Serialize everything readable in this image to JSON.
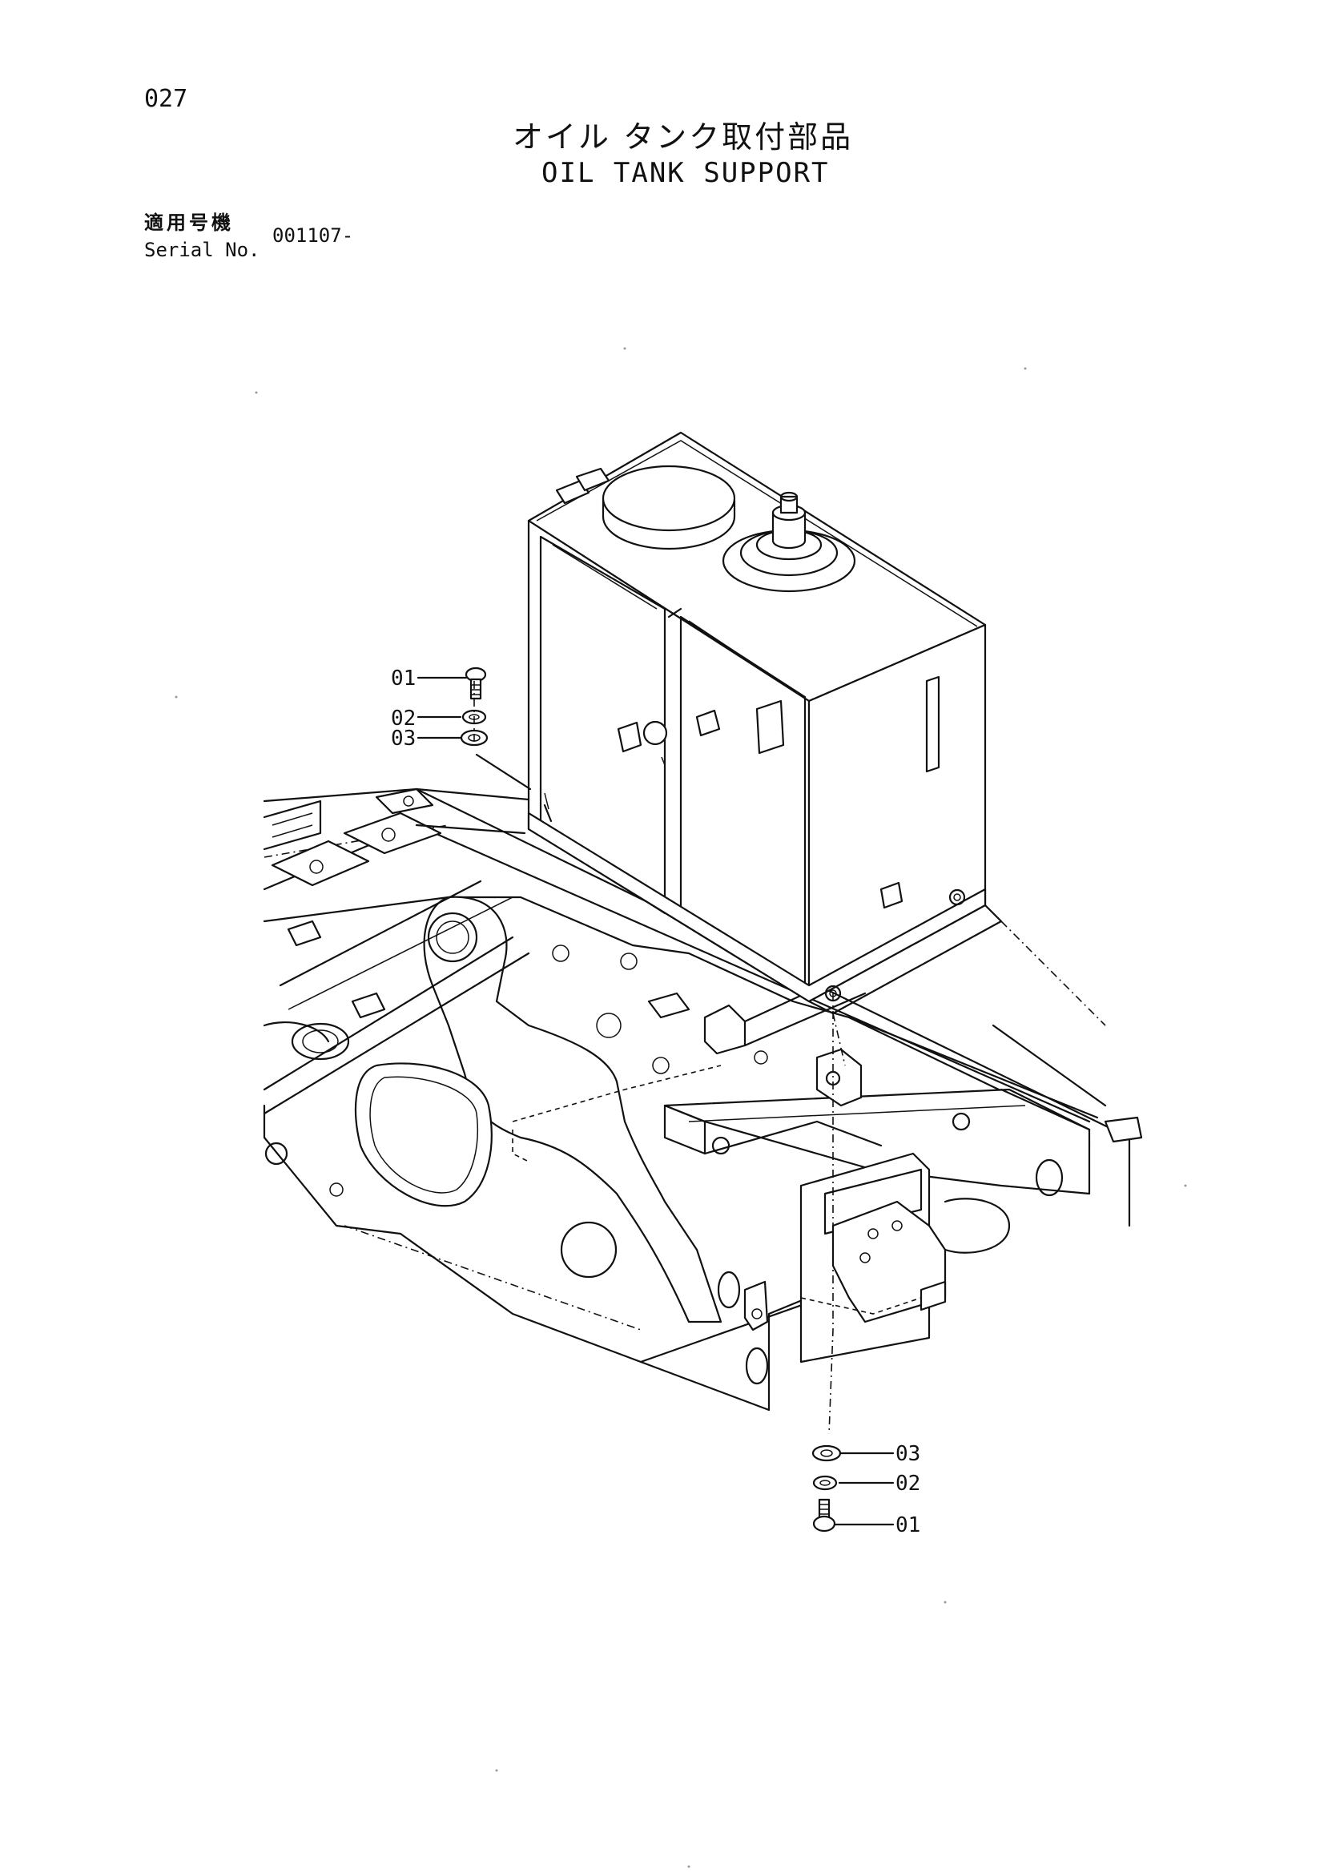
{
  "header": {
    "page_number": "027",
    "title_jp": "オイル タンク取付部品",
    "title_en": "OIL TANK SUPPORT",
    "serial_label_jp": "適用号機",
    "serial_label_en": "Serial No.",
    "serial_value": "001107-"
  },
  "callouts": {
    "top": [
      {
        "label": "01",
        "part": "bolt"
      },
      {
        "label": "02",
        "part": "spring-washer"
      },
      {
        "label": "03",
        "part": "washer"
      }
    ],
    "bottom": [
      {
        "label": "03",
        "part": "washer"
      },
      {
        "label": "02",
        "part": "spring-washer"
      },
      {
        "label": "01",
        "part": "bolt"
      }
    ]
  }
}
